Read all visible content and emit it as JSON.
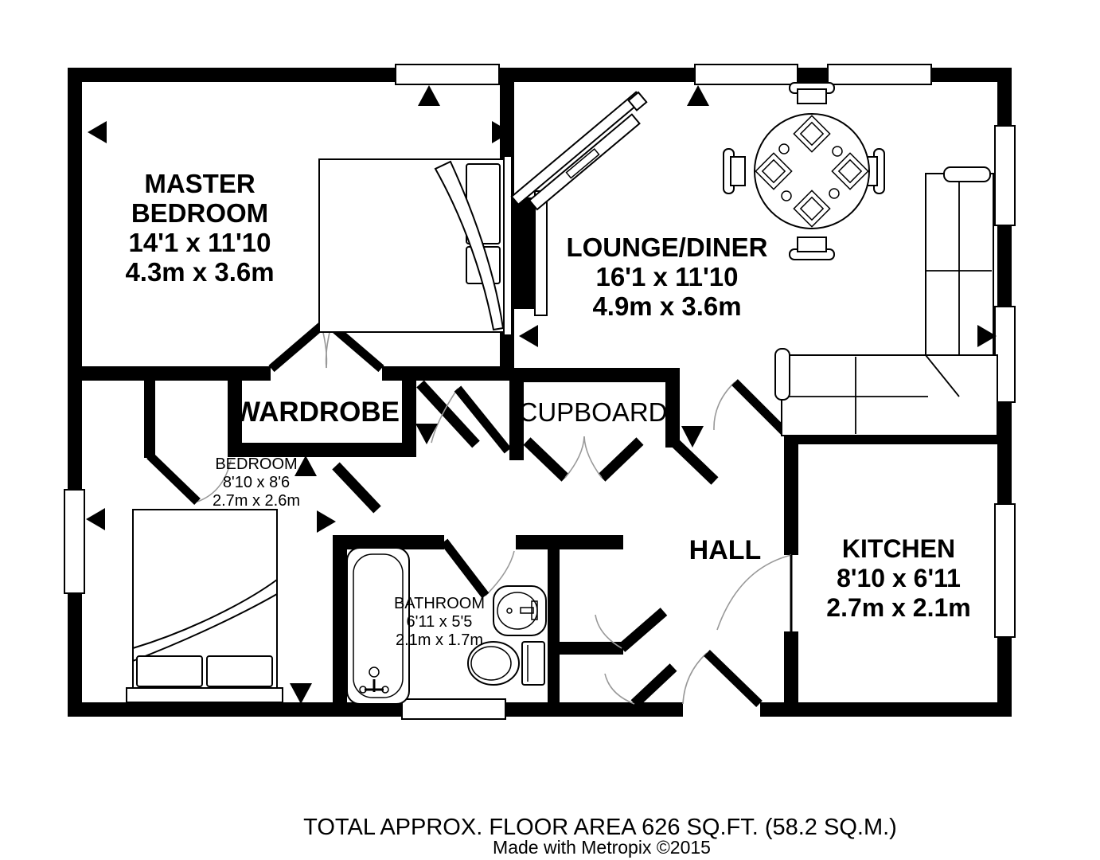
{
  "rooms": {
    "master_bedroom": {
      "line1": "MASTER",
      "line2": "BEDROOM",
      "imperial": "14'1 x 11'10",
      "metric": "4.3m x 3.6m"
    },
    "lounge_diner": {
      "line1": "LOUNGE/DINER",
      "imperial": "16'1 x 11'10",
      "metric": "4.9m x 3.6m"
    },
    "wardrobe": {
      "line1": "WARDROBE"
    },
    "cupboard": {
      "line1": "CUPBOARD"
    },
    "bedroom2": {
      "line1": "BEDROOM",
      "imperial": "8'10 x 8'6",
      "metric": "2.7m x 2.6m"
    },
    "bathroom": {
      "line1": "BATHROOM",
      "imperial": "6'11 x 5'5",
      "metric": "2.1m x 1.7m"
    },
    "hall": {
      "line1": "HALL"
    },
    "kitchen": {
      "line1": "KITCHEN",
      "imperial": "8'10 x 6'11",
      "metric": "2.7m x 2.1m"
    }
  },
  "footer": {
    "total_area": "TOTAL APPROX. FLOOR AREA 626 SQ.FT. (58.2 SQ.M.)",
    "credit": "Made with Metropix ©2015"
  },
  "colors": {
    "walls": "#000000",
    "background": "#ffffff",
    "door_arc": "#999999"
  }
}
